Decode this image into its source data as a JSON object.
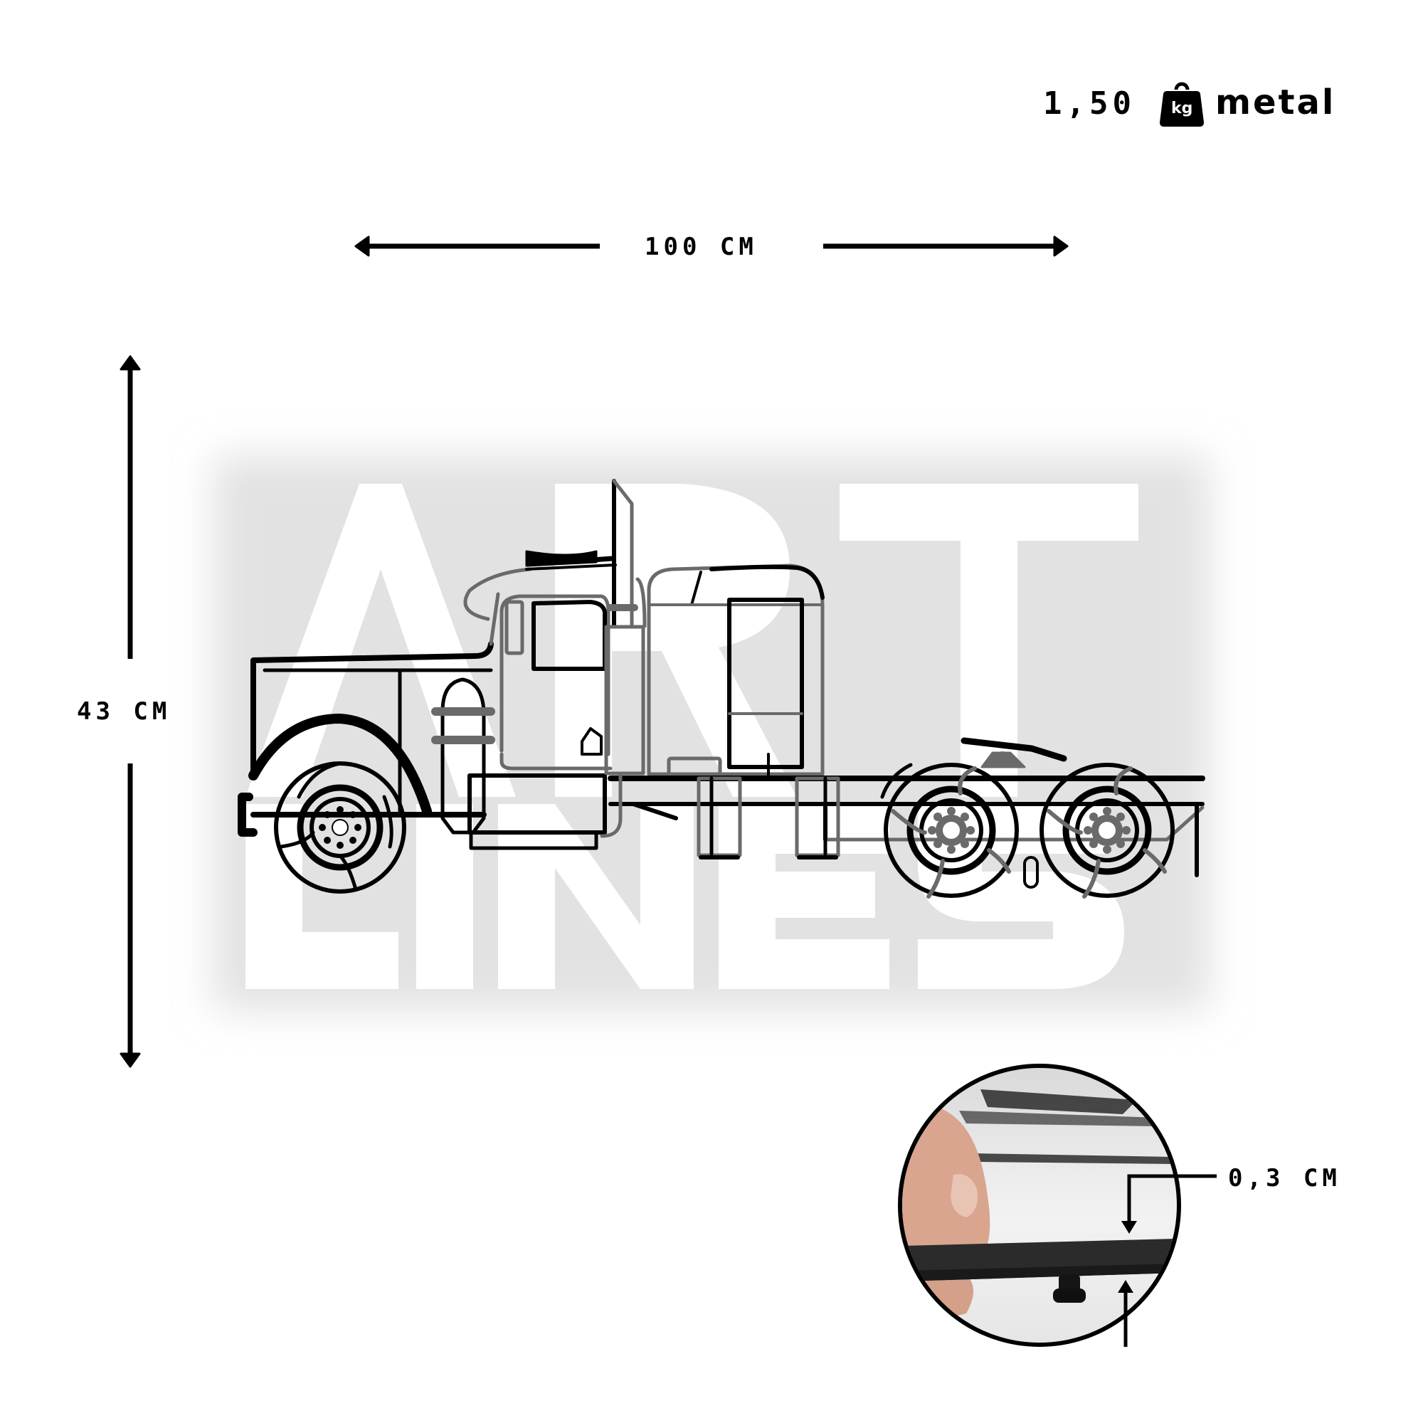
{
  "spec": {
    "weight_value": "1,50",
    "weight_unit_icon": "kg-weight-icon",
    "weight_unit_label": "kg",
    "material": "metal"
  },
  "dimensions": {
    "width_label": "100 CM",
    "height_label": "43 CM",
    "thickness_label": "0,3 CM"
  },
  "product": {
    "illustration": "semi-truck-tractor-line-art",
    "watermark_text_line1": "ART",
    "watermark_text_line2": "LINES"
  },
  "detail_photo": {
    "subject": "metal-bar-thickness-closeup"
  },
  "colors": {
    "ink": "#000000",
    "watermark_shadow": "#e6e6e6",
    "watermark_fill": "#ffffff",
    "overlap_grey": "#6a6a6a",
    "background": "#ffffff"
  }
}
